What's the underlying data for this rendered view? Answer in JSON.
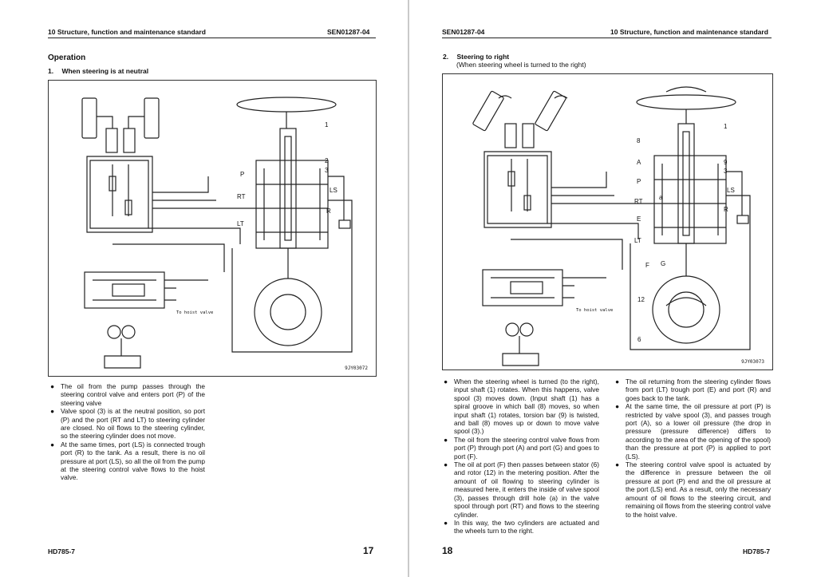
{
  "left_page": {
    "header_left": "10 Structure, function and maintenance standard",
    "header_right": "SEN01287-04",
    "section_title": "Operation",
    "subsection_number": "1.",
    "subsection_title": "When steering is at neutral",
    "figure_id": "9JY03072",
    "diagram_labels": {
      "p1": "1",
      "p2": "2",
      "p3": "3",
      "P": "P",
      "RT": "RT",
      "LT": "LT",
      "LS": "LS",
      "R": "R",
      "hoist": "To hoist valve"
    },
    "bullets": [
      "The oil from the pump passes through the steering control valve and enters port (P) of the steering valve",
      "Valve spool (3) is at the neutral position, so port (P) and the port (RT and LT) to steering cylinder are closed. No oil flows to the steering cylinder, so the steering cylinder does not move.",
      "At the same times, port (LS) is connected trough port (R) to the tank. As a result, there is no oil pressure at port (LS), so all the oil from the pump at the steering control valve flows to the hoist valve."
    ],
    "footer_model": "HD785-7",
    "page_number": "17"
  },
  "right_page": {
    "header_left": "SEN01287-04",
    "header_right": "10 Structure, function and maintenance standard",
    "subsection_number": "2.",
    "subsection_title": "Steering to right",
    "subsection_note": "(When steering wheel is turned to the right)",
    "figure_id": "9JY03073",
    "diagram_labels": {
      "p1": "1",
      "p8": "8",
      "p9": "9",
      "p3": "3",
      "A": "A",
      "P": "P",
      "RT": "RT",
      "a": "a",
      "E": "E",
      "LT": "LT",
      "F": "F",
      "G": "G",
      "LS": "LS",
      "R": "R",
      "p12": "12",
      "p6": "6",
      "hoist": "To hoist valve"
    },
    "bullets_col1": [
      "When the steering wheel is turned (to the right), input shaft (1) rotates. When this happens, valve spool (3) moves down. (Input shaft (1) has a spiral groove in which ball (8) moves, so when input shaft (1) rotates, torsion bar (9) is twisted, and ball (8) moves up or down to move valve spool (3).)",
      "The oil from the steering control valve flows from port (P) through port (A) and port (G) and goes to port (F).",
      "The oil at port (F) then passes between stator (6) and rotor (12) in the metering position. After the amount of oil flowing to steering cylinder is measured here, it enters the inside of valve spool (3), passes through drill hole (a) in the valve spool through port (RT) and flows to the steering cylinder.",
      "In this way, the two cylinders are actuated and the wheels turn to the right."
    ],
    "bullets_col2": [
      "The oil returning from the steering cylinder flows from port (LT) trough port (E) and port (R) and goes back to the tank.",
      "At the same time, the oil pressure at port (P) is restricted by valve spool (3), and passes trough port (A), so a lower oil pressure (the drop in pressure (pressure difference) differs to according to the area of the opening of the spool) than the pressure at port (P) is applied to port (LS).",
      "The steering control valve spool is actuated by the difference in pressure between the oil pressure at port (P) end and the oil pressure at the port (LS) end. As a result, only the necessary amount of oil flows to the steering circuit, and remaining oil flows from the steering control valve to the hoist valve."
    ],
    "footer_model": "HD785-7",
    "page_number": "18"
  },
  "bullet_symbol": "●"
}
